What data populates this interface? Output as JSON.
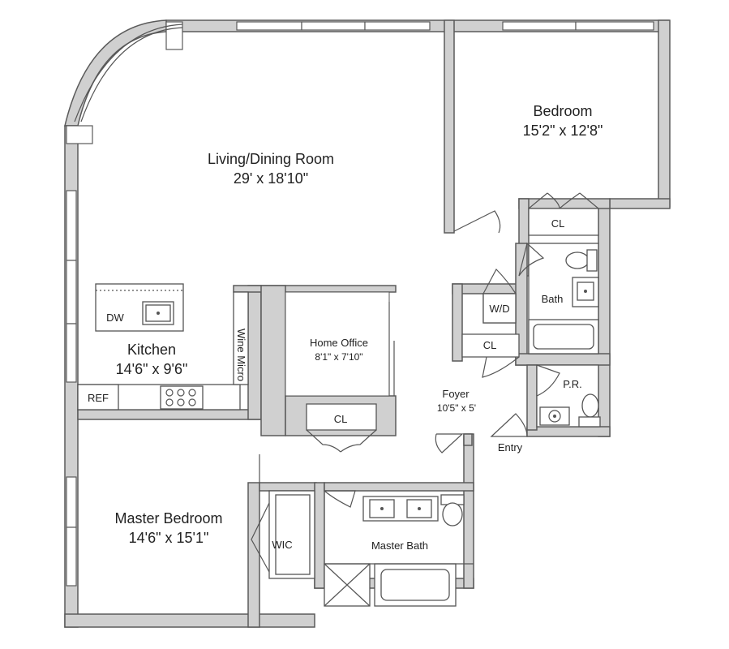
{
  "rooms": {
    "living": {
      "name": "Living/Dining Room",
      "dims": "29' x 18'10\""
    },
    "bedroom": {
      "name": "Bedroom",
      "dims": "15'2\" x 12'8\""
    },
    "kitchen": {
      "name": "Kitchen",
      "dims": "14'6\" x 9'6\""
    },
    "office": {
      "name": "Home Office",
      "dims": "8'1\" x 7'10\""
    },
    "foyer": {
      "name": "Foyer",
      "dims": "10'5\" x 5'"
    },
    "master": {
      "name": "Master Bedroom",
      "dims": "14'6\" x 15'1\""
    },
    "master_bath": {
      "name": "Master Bath"
    },
    "bath": {
      "name": "Bath"
    }
  },
  "labels": {
    "cl": "CL",
    "wd": "W/D",
    "pr": "P.R.",
    "entry": "Entry",
    "wic": "WIC",
    "dw": "DW",
    "ref": "REF",
    "wine_micro": "Wine Micro"
  }
}
